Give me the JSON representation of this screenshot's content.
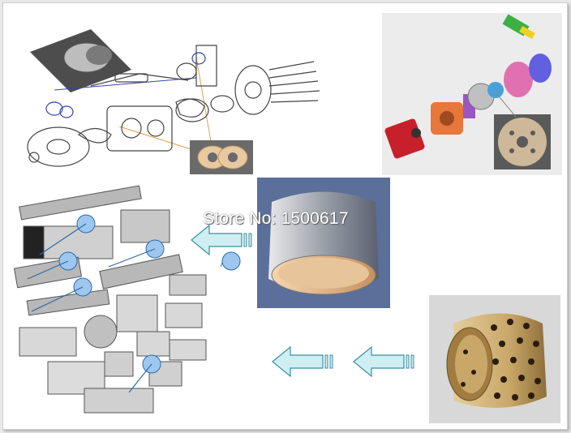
{
  "watermark": {
    "text": "Store No: 1500617"
  },
  "colors": {
    "arrow_fill": "#cfeef2",
    "arrow_stroke": "#3a8fa0",
    "callout_dot": "#9dc7ef",
    "bronze": "#b8925a"
  },
  "icons": [
    "pump-exploded-diagram",
    "vane-pump-exploded-diagram",
    "pneumatic-cylinders-collage",
    "steel-bushing",
    "graphite-bronze-bushing",
    "left-arrow"
  ]
}
